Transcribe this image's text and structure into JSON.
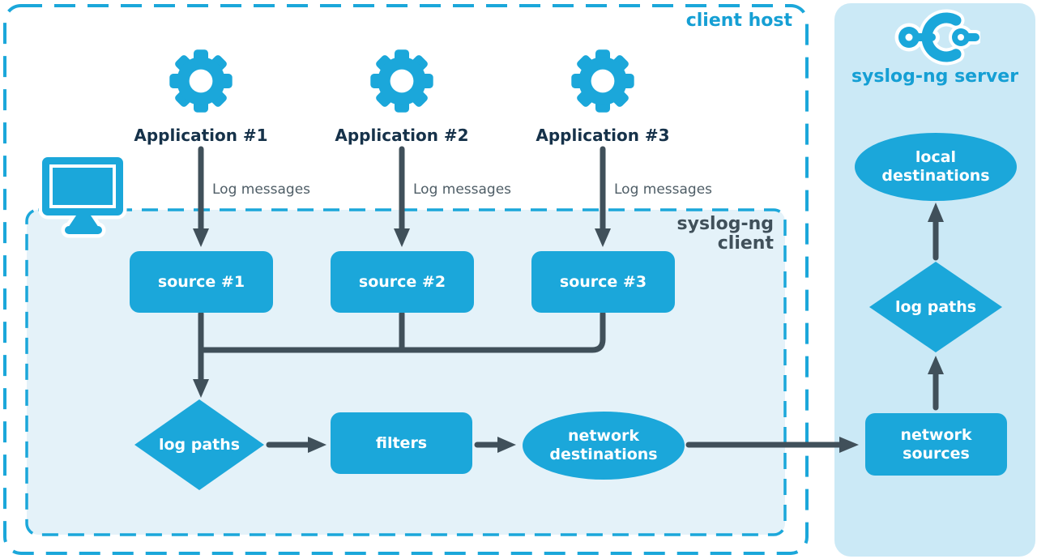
{
  "colors": {
    "cyan": "#1ba7da",
    "cyan_text": "#159fd4",
    "dark": "#40505a",
    "app_label": "#16324a",
    "gray_label": "#4e5d66",
    "server_bg": "#cbe9f6",
    "client_bg": "#e4f2f9",
    "white": "#ffffff"
  },
  "client_host": {
    "label": "client host",
    "applications": [
      {
        "label": "Application #1",
        "arrow_label": "Log messages",
        "icon": "gear-icon"
      },
      {
        "label": "Application #2",
        "arrow_label": "Log messages",
        "icon": "gear-icon"
      },
      {
        "label": "Application #3",
        "arrow_label": "Log messages",
        "icon": "gear-icon"
      }
    ],
    "device_icon": "monitor-icon",
    "syslog_client": {
      "label": "syslog-ng client",
      "sources": [
        "source #1",
        "source #2",
        "source #3"
      ],
      "log_paths": "log paths",
      "filters": "filters",
      "network_destinations": "network destinations"
    }
  },
  "server": {
    "label": "syslog-ng server",
    "logo_icon": "syslog-ng-logo-icon",
    "network_sources": "network sources",
    "log_paths": "log paths",
    "local_destinations": "local destinations"
  }
}
